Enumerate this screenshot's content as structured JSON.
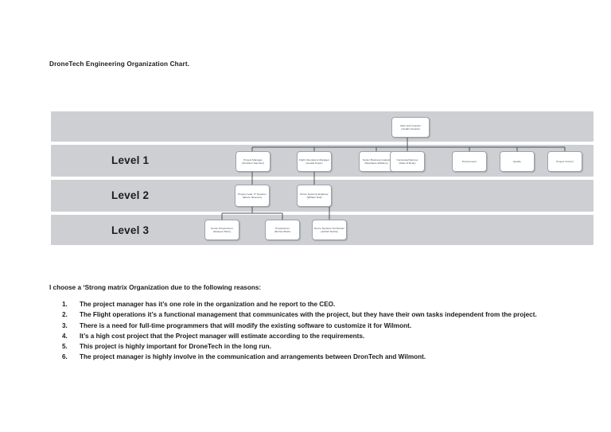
{
  "document": {
    "title": "DroneTech Engineering Organization Chart.",
    "lead_in": "I choose a ‘Strong matrix Organization due to the following reasons:"
  },
  "org_chart": {
    "band_labels": [
      {
        "label": "Level 1"
      },
      {
        "label": "Level 2"
      },
      {
        "label": "Level 3"
      }
    ],
    "top": {
      "title": "CEO and Founder",
      "person": "(Jordan Kemple)"
    },
    "level1": [
      {
        "title": "Project Manager",
        "person": "(Christian Sanchez)"
      },
      {
        "title": "Flight Operations Manager",
        "person": "(Gerald Kuper)"
      },
      {
        "title": "Senior Business Analyst",
        "person": "(Stephanie Williams)"
      },
      {
        "title": "Corporate/Attorney",
        "person": "(Katie O’Ryan)"
      },
      {
        "title": "Procurement",
        "person": ""
      },
      {
        "title": "Quality",
        "person": ""
      },
      {
        "title": "Project Control",
        "person": ""
      }
    ],
    "level2": [
      {
        "title": "Project Lead, IT Systems",
        "person": "(Ettore Neoman)"
      },
      {
        "title": "Drone Systems Engineer",
        "person": "(William Holt)"
      }
    ],
    "level3": [
      {
        "title": "Senior Programmer",
        "person": "(Dwayne Sirko)"
      },
      {
        "title": "Programmer",
        "person": "(Rohan Shah)"
      },
      {
        "title": "Drone Systems Technician",
        "person": "(Ashish Nehra)"
      }
    ]
  },
  "reasons": [
    {
      "number": "1.",
      "text": "The project manager has it’s one role in the organization and he report to the CEO."
    },
    {
      "number": "2.",
      "text": "The Flight operations it’s a functional management that communicates with the project, but they have their own tasks independent from the project."
    },
    {
      "number": "3.",
      "text": "There is a need for full-time programmers that will modify the existing software to customize it for Wilmont."
    },
    {
      "number": "4.",
      "text": "It’s a high cost project that the Project manager will estimate according to the requirements."
    },
    {
      "number": "5.",
      "text": "This project is highly important for DroneTech in the long run."
    },
    {
      "number": "6.",
      "text": "The project manager is highly involve in the communication and arrangements between DronTech and Wilmont."
    }
  ],
  "colors": {
    "band": "#cdcfd2",
    "node_border": "#9ba3ad",
    "node_text": "#3a4250",
    "connector": "#4a5260",
    "body_text": "#1c1c1c"
  }
}
